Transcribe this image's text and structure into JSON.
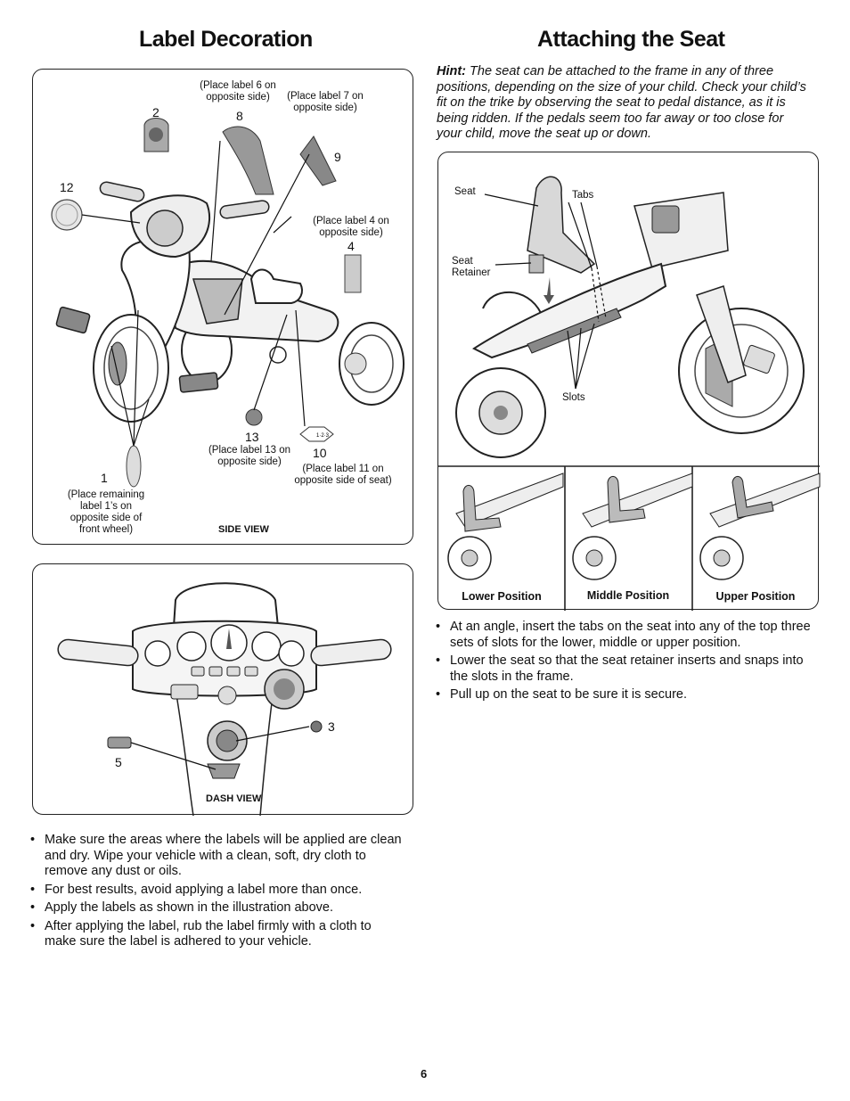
{
  "left": {
    "heading": "Label Decoration",
    "side_view": {
      "caption": "SIDE VIEW",
      "labels": {
        "l6": "(Place label 6 on opposite side)",
        "l7": "(Place label 7 on opposite side)",
        "l4": "(Place label 4 on opposite side)",
        "l13": "(Place label 13 on opposite side)",
        "l11": "(Place label 11 on opposite side of seat)",
        "l1": "(Place remaining label 1’s on opposite side of front wheel)"
      },
      "numbers": {
        "n2": "2",
        "n8": "8",
        "n9": "9",
        "n12": "12",
        "n4": "4",
        "n13": "13",
        "n10": "10",
        "n1": "1"
      },
      "decal_text": "1·2·3"
    },
    "dash_view": {
      "caption": "DASH VIEW",
      "numbers": {
        "n3": "3",
        "n5": "5"
      }
    },
    "bullets": [
      "Make sure the areas where the labels will be applied are clean and dry. Wipe your vehicle with a clean, soft, dry cloth to remove any dust or oils.",
      "For best results, avoid applying a label more than once.",
      "Apply the labels as shown in the illustration above.",
      "After applying the label, rub the label firmly with a cloth to make sure the label is adhered to your vehicle."
    ]
  },
  "right": {
    "heading": "Attaching the Seat",
    "hint_label": "Hint:",
    "hint_text": " The seat can be attached to the frame in any of three positions, depending on the size of your child. Check your child’s fit on the trike by observing the seat to pedal distance, as it is being ridden. If the pedals seem too far away or too close for your child, move the seat up or down.",
    "diagram": {
      "seat": "Seat",
      "tabs": "Tabs",
      "seat_retainer": "Seat Retainer",
      "slots": "Slots"
    },
    "positions": [
      "Lower Position",
      "Middle Position",
      "Upper Position"
    ],
    "bullets": [
      "At an angle, insert the tabs on the seat into any of the top three sets of slots for the lower, middle or upper position.",
      "Lower the seat so that the seat retainer inserts and snaps into the slots in the frame.",
      "Pull up on the seat to be sure it is secure."
    ]
  },
  "page_number": "6"
}
